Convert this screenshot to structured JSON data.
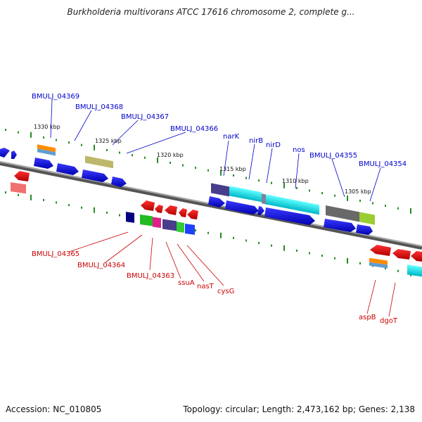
{
  "title": "Burkholderia multivorans ATCC 17616 chromosome 2, complete g...",
  "footer": {
    "accession": "Accession: NC_010805",
    "summary": "Topology: circular; Length: 2,473,162 bp; Genes: 2,138"
  },
  "colors": {
    "forward_label": "#0000cc",
    "reverse_label": "#cc0000",
    "backbone": "#808080",
    "tick": "#228b22"
  },
  "ticks": [
    "1330 kbp",
    "1325 kbp",
    "1320 kbp",
    "1315 kbp",
    "1310 kbp",
    "1305 kbp"
  ],
  "forward_labels": [
    "BMULJ_04369",
    "BMULJ_04368",
    "BMULJ_04367",
    "BMULJ_04366",
    "narK",
    "nirB",
    "nirD",
    "nos",
    "BMULJ_04355",
    "BMULJ_04354"
  ],
  "reverse_labels": [
    "BMULJ_04365",
    "BMULJ_04364",
    "BMULJ_04363",
    "ssuA",
    "nasT",
    "cysG",
    "aspB",
    "dgoT"
  ]
}
